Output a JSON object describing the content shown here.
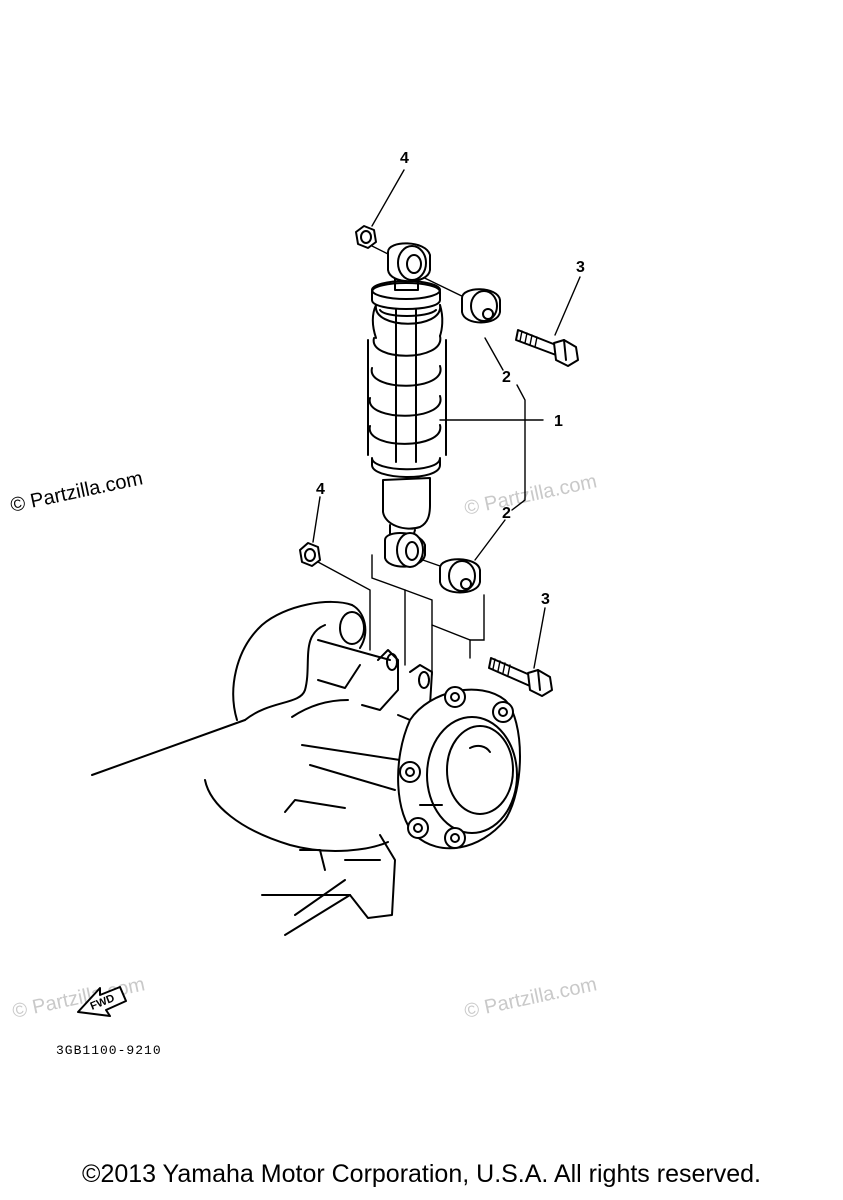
{
  "diagram_code": "3GB1100-9210",
  "fwd_label": "FWD",
  "watermark": "© Partzilla.com",
  "copyright": "©2013 Yamaha Motor Corporation, U.S.A. All rights reserved.",
  "callouts": {
    "shock_absorber": "1",
    "bushing_upper": "2",
    "bushing_lower": "2",
    "bolt_upper": "3",
    "bolt_lower": "3",
    "nut_upper": "4",
    "nut_lower": "4"
  }
}
